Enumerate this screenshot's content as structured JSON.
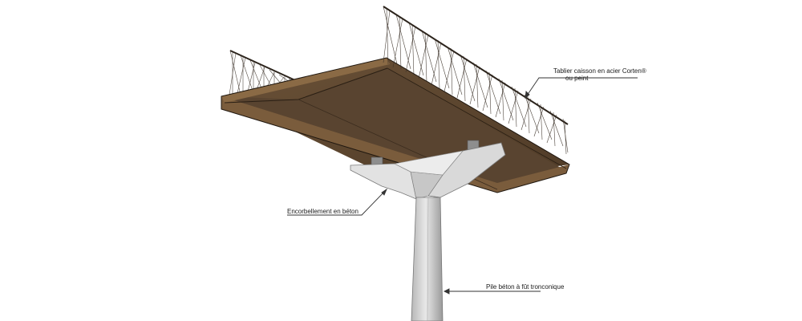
{
  "labels": {
    "deck_line1": "Tablier caisson en acier Corten®",
    "deck_line2": "ou peint",
    "corbel": "Encorbellement en béton",
    "pile": "Pile béton à fût tronconique"
  },
  "colors": {
    "deck_underside": "#5c4631",
    "deck_edge": "#7a5c3c",
    "deck_top": "#6b5034",
    "railing": "#2b231b",
    "concrete_light": "#e4e4e4",
    "concrete_mid": "#c9c9c9",
    "concrete_dark": "#9c9c9c",
    "leader": "#333333"
  }
}
